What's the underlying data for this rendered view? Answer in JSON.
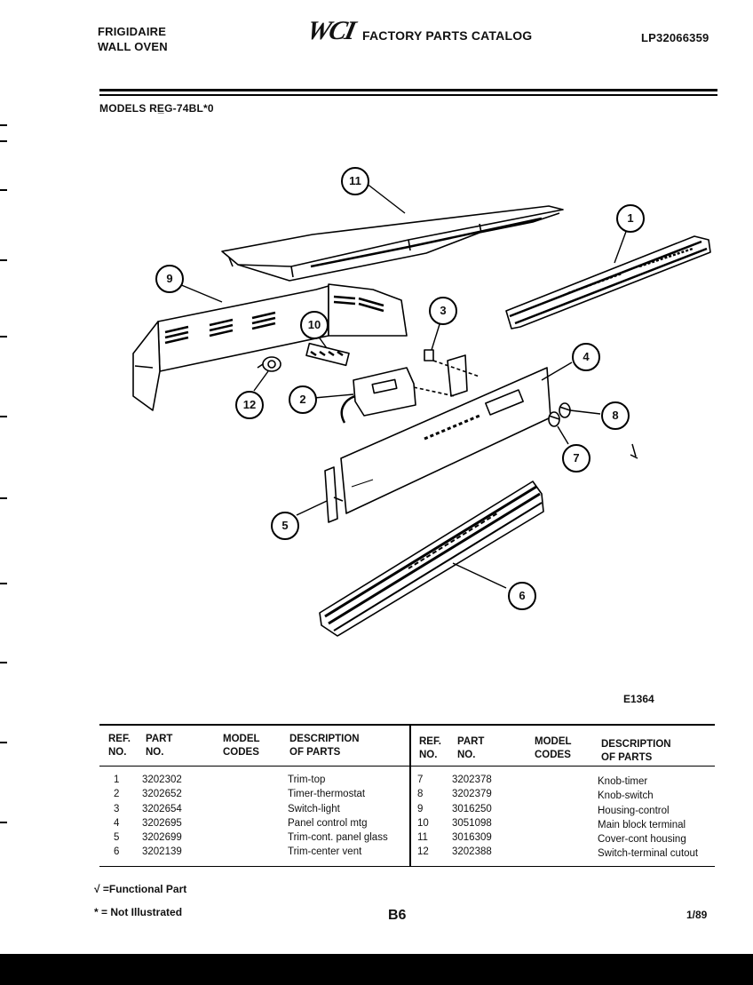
{
  "header": {
    "brand": "FRIGIDAIRE",
    "product": "WALL OVEN",
    "logo_text": "WCI",
    "catalog_title": "FACTORY PARTS CATALOG",
    "catalog_number": "LP32066359",
    "models_label": "MODELS RE̲G-74BL*0"
  },
  "diagram": {
    "callouts": [
      "1",
      "2",
      "3",
      "4",
      "5",
      "6",
      "7",
      "8",
      "9",
      "10",
      "11",
      "12"
    ],
    "figure_id": "E1364"
  },
  "table": {
    "headers": {
      "ref_no": [
        "REF.",
        "NO."
      ],
      "part_no": [
        "PART",
        "NO."
      ],
      "model_codes": [
        "MODEL",
        "CODES"
      ],
      "description": [
        "DESCRIPTION",
        "OF PARTS"
      ]
    },
    "left_rows": [
      {
        "ref": "1",
        "part": "3202302",
        "desc": "Trim-top"
      },
      {
        "ref": "2",
        "part": "3202652",
        "desc": "Timer-thermostat"
      },
      {
        "ref": "3",
        "part": "3202654",
        "desc": "Switch-light"
      },
      {
        "ref": "4",
        "part": "3202695",
        "desc": "Panel control mtg"
      },
      {
        "ref": "5",
        "part": "3202699",
        "desc": "Trim-cont. panel glass"
      },
      {
        "ref": "6",
        "part": "3202139",
        "desc": "Trim-center vent"
      }
    ],
    "right_rows": [
      {
        "ref": "7",
        "part": "3202378",
        "desc": "Knob-timer"
      },
      {
        "ref": "8",
        "part": "3202379",
        "desc": "Knob-switch"
      },
      {
        "ref": "9",
        "part": "3016250",
        "desc": "Housing-control"
      },
      {
        "ref": "10",
        "part": "3051098",
        "desc": "Main block terminal"
      },
      {
        "ref": "11",
        "part": "3016309",
        "desc": "Cover-cont housing"
      },
      {
        "ref": "12",
        "part": "3202388",
        "desc": "Switch-terminal cutout"
      }
    ]
  },
  "footer": {
    "functional_note": "√ =Functional Part",
    "not_illustrated_note": "* = Not Illustrated",
    "page": "B6",
    "date": "1/89"
  }
}
